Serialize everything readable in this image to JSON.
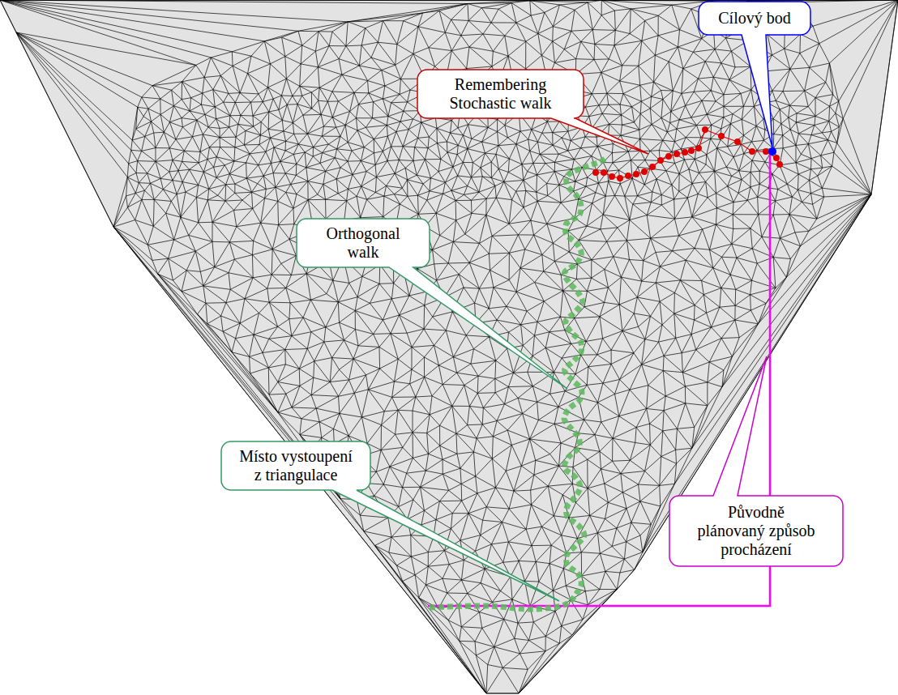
{
  "diagram": {
    "nodes": [
      {
        "text": [
          "Remembering Stochastic walk"
        ]
      },
      {
        "text": [
          "Cílový bod"
        ]
      },
      {
        "text": [
          "Orthogonal walk"
        ]
      },
      {
        "text": [
          "Místo vystoupení z triangulace"
        ]
      },
      {
        "text": [
          "Původně plánovaný způsob procházení"
        ]
      }
    ]
  }
}
